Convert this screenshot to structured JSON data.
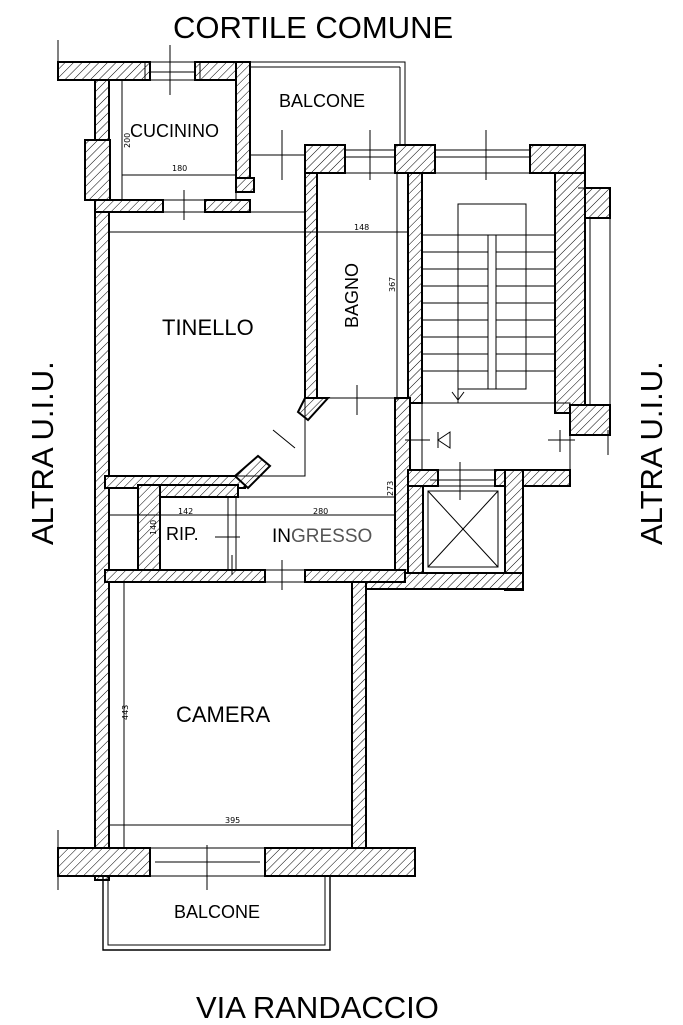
{
  "labels": {
    "top_street": "CORTILE COMUNE",
    "bottom_street": "VIA RANDACCIO",
    "left_side": "ALTRA U.I.U.",
    "right_side": "ALTRA U.I.U."
  },
  "rooms": {
    "kitchenette": "CUCININO",
    "balcony_top": "BALCONE",
    "living": "TINELLO",
    "bathroom": "BAGNO",
    "storage": "RIP.",
    "entrance_prefix": "IN",
    "entrance_suffix": "GRESSO",
    "bedroom": "CAMERA",
    "balcony_bottom": "BALCONE"
  },
  "dimensions": {
    "kitchenette_width": "180",
    "kitchenette_depth": "200",
    "bathroom_width": "148",
    "bathroom_length": "367",
    "storage_width": "142",
    "storage_depth": "140",
    "entrance_width": "280",
    "entrance_depth": "273",
    "bedroom_length": "443",
    "bedroom_width": "395"
  },
  "colors": {
    "line": "#000000",
    "entrance_suffix_text": "#555555"
  }
}
